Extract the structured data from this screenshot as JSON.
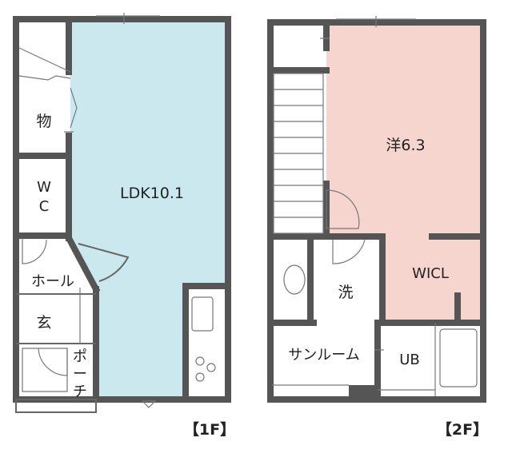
{
  "floor1": {
    "caption": "【1F】",
    "rooms": {
      "ldk": "LDK10.1",
      "storage": "物",
      "wc_line1": "W",
      "wc_line2": "C",
      "hall": "ホール",
      "entrance": "玄",
      "porch_line1": "ポ",
      "porch_line2": "ー",
      "porch_line3": "チ"
    }
  },
  "floor2": {
    "caption": "【2F】",
    "rooms": {
      "western": "洋6.3",
      "wicl": "WICL",
      "wash": "洗",
      "sunroom": "サンルーム",
      "ub": "UB"
    }
  },
  "colors": {
    "ldk_fill": "#cbe8ef",
    "western_fill": "#f6d5cf",
    "wall": "#555555"
  }
}
